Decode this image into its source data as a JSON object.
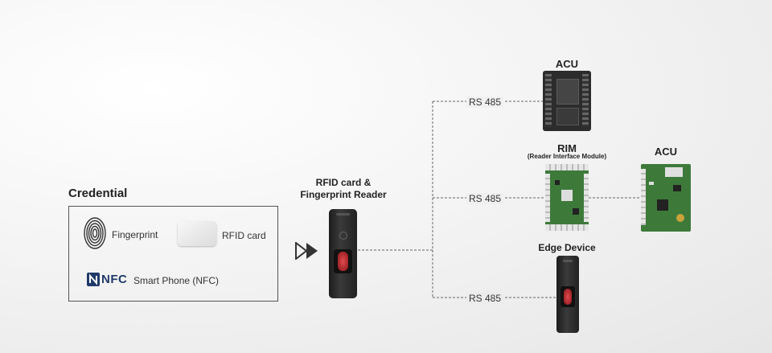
{
  "credential": {
    "title": "Credential",
    "items": [
      {
        "label": "Fingerprint",
        "icon": "fingerprint-icon"
      },
      {
        "label": "RFID card",
        "icon": "rfid-card-icon"
      },
      {
        "label": "Smart Phone (NFC)",
        "icon": "nfc-icon",
        "logo_text": "NFC"
      }
    ]
  },
  "reader": {
    "title_line1": "RFID card &",
    "title_line2": "Fingerprint Reader"
  },
  "connections": [
    {
      "label": "RS 485",
      "target": "ACU"
    },
    {
      "label": "RS 485",
      "target": "RIM"
    },
    {
      "label": "RS 485",
      "target": "Edge Device"
    }
  ],
  "devices": {
    "acu_top": {
      "title": "ACU"
    },
    "rim": {
      "title": "RIM",
      "subtitle": "(Reader Interface Module)"
    },
    "acu_right": {
      "title": "ACU"
    },
    "edge": {
      "title": "Edge Device"
    }
  },
  "colors": {
    "board_green": "#3d7a3a",
    "board_dark": "#2c2c2c",
    "reader_body": "#2b2b2b",
    "fp_red": "#c2262b",
    "nfc_blue": "#1f3a68"
  }
}
